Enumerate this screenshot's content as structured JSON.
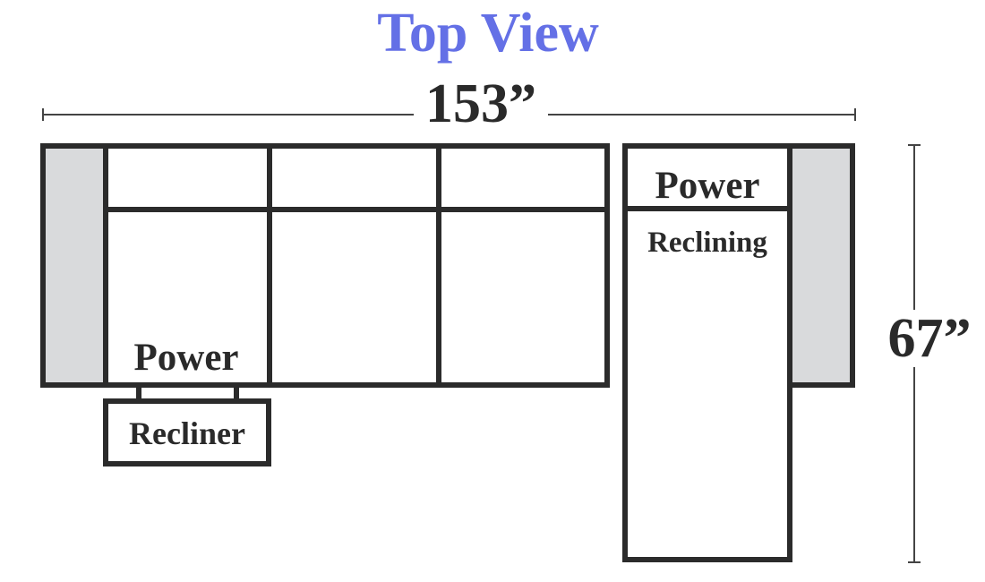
{
  "title": "Top View",
  "colors": {
    "title": "#6470e6",
    "outline": "#2b2b2b",
    "arm_fill": "#d9dadc",
    "dimension_line": "#444444"
  },
  "dimensions": {
    "width": "153”",
    "depth": "67”"
  },
  "labels": {
    "left_power": "Power",
    "left_recliner": "Recliner",
    "right_power": "Power",
    "right_reclining": "Reclining"
  }
}
